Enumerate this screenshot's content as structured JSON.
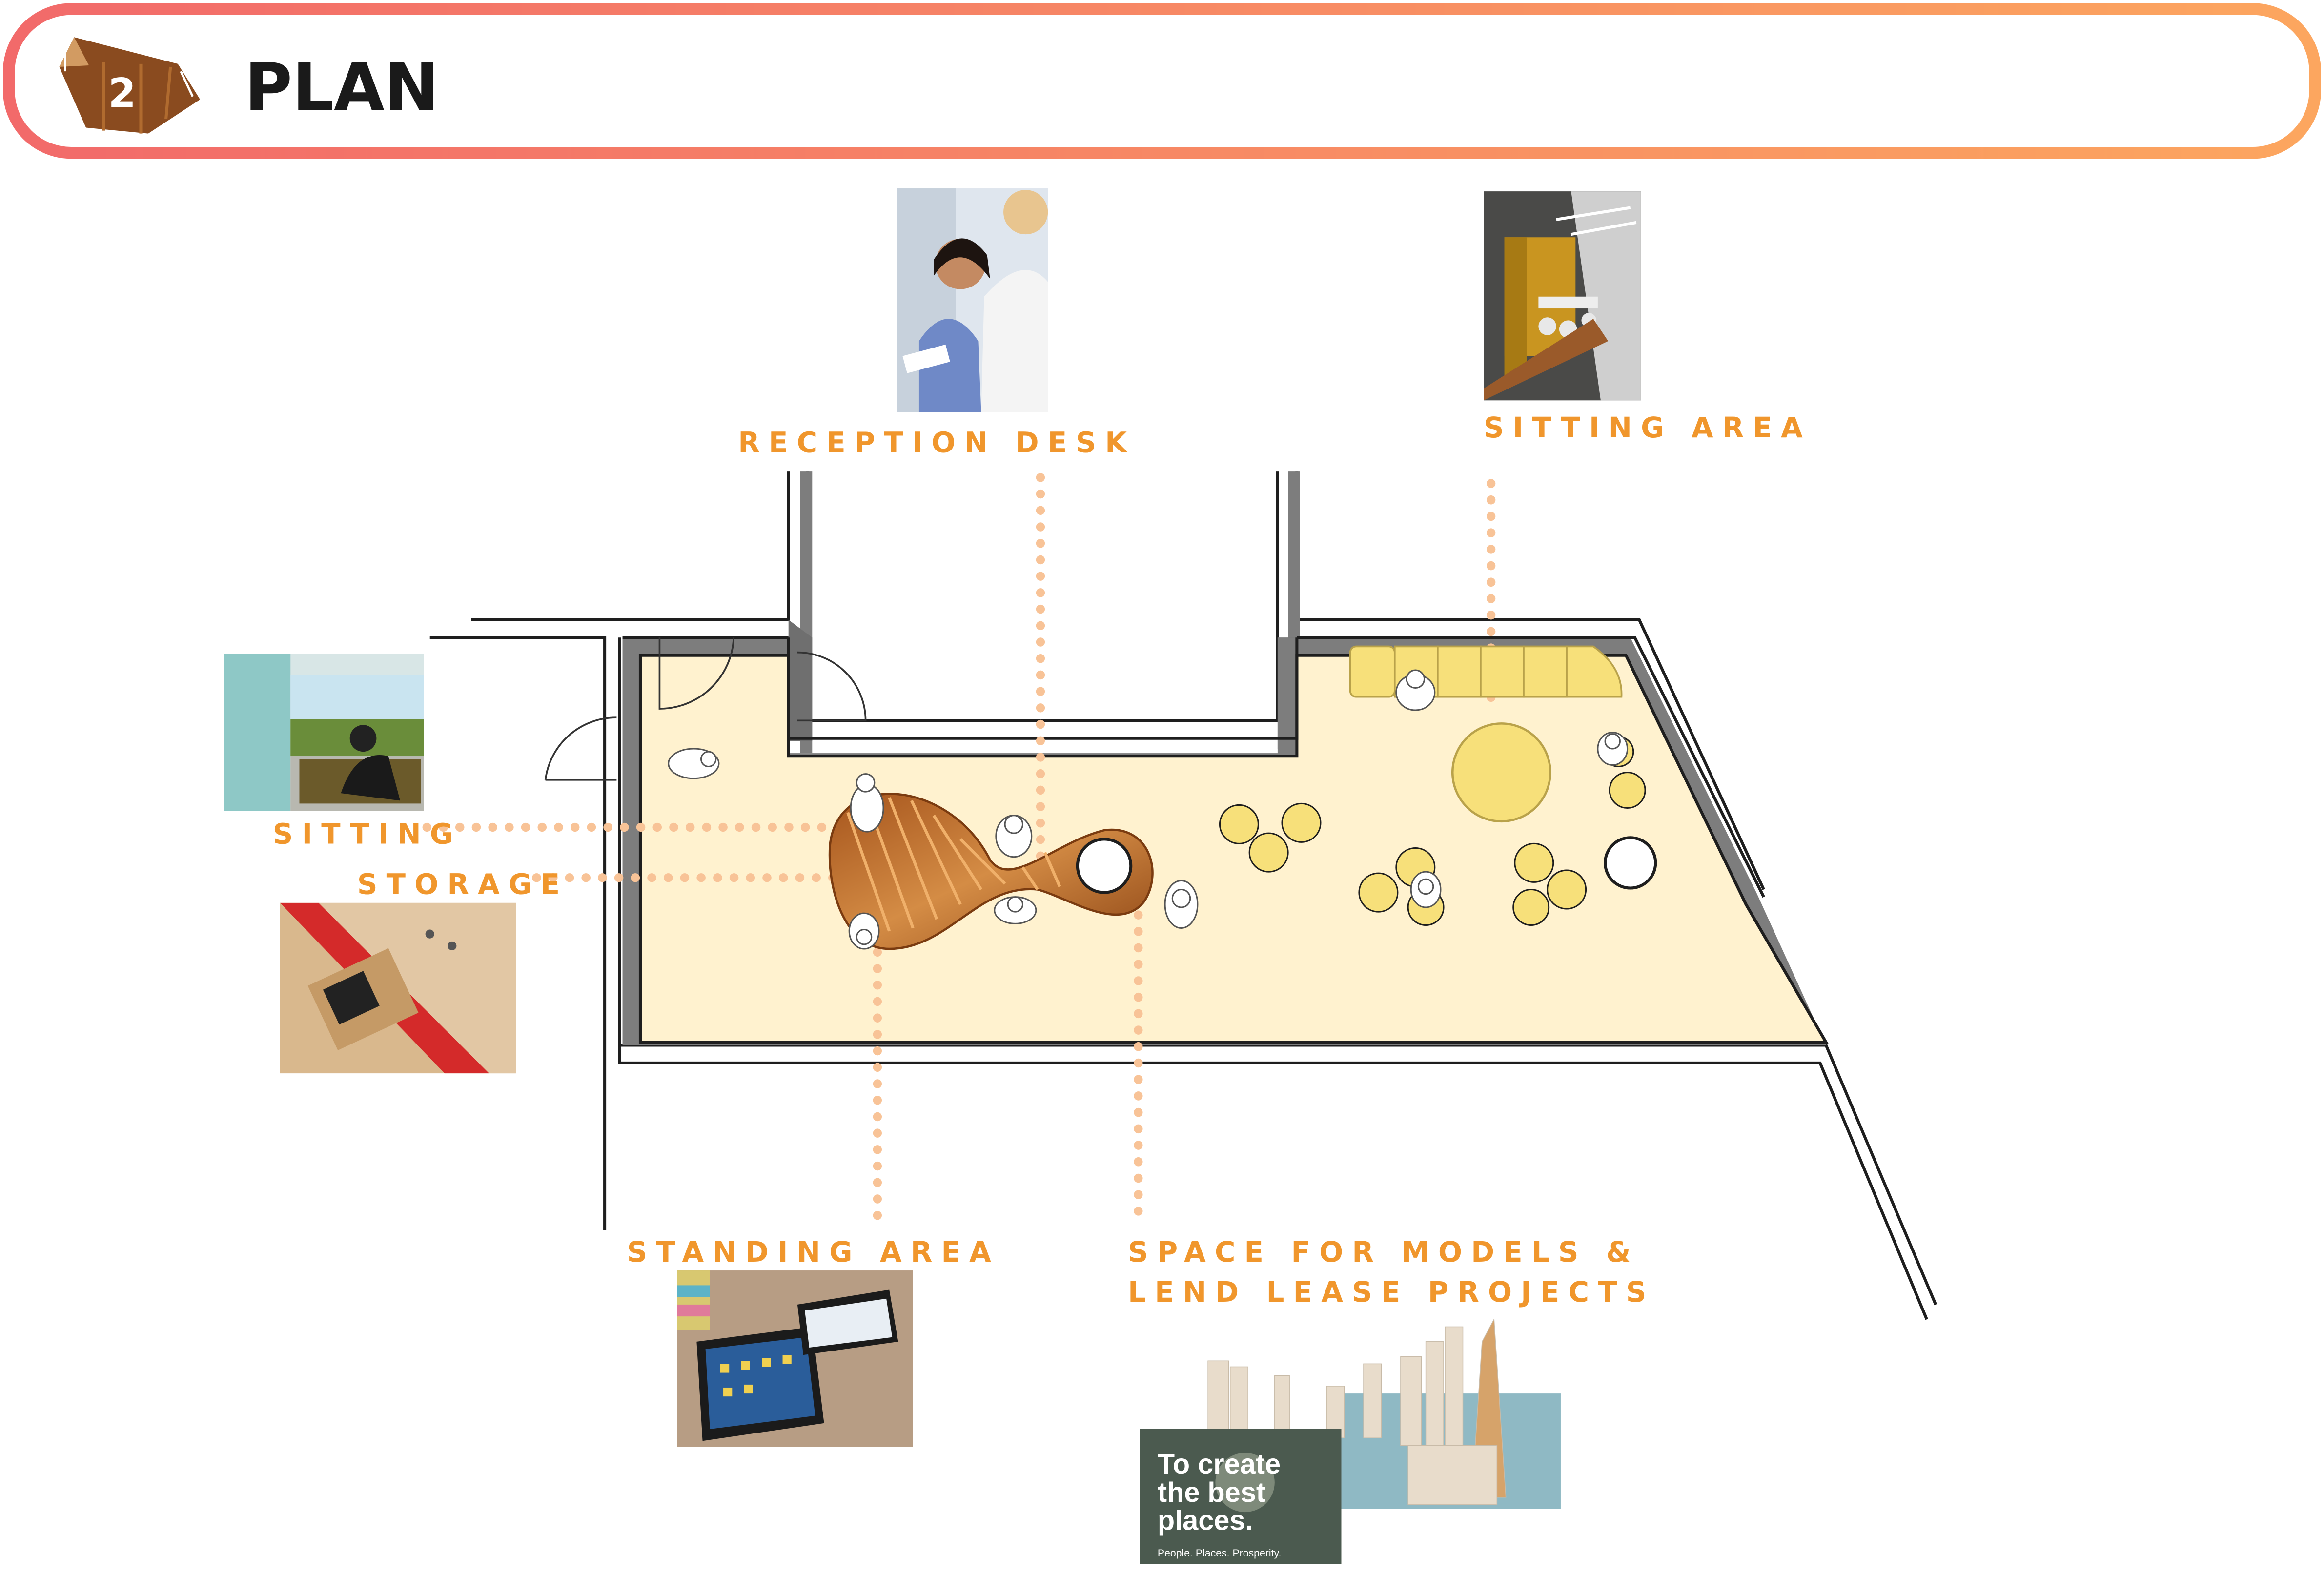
{
  "header": {
    "badge_number": "2",
    "title": "PLAN",
    "gradient_start": "#f26a6a",
    "gradient_end": "#fca65f"
  },
  "labels": {
    "reception_desk": "RECEPTION DESK",
    "sitting_area": "SITTING AREA",
    "sitting": "SITTING",
    "storage": "STORAGE",
    "standing_area": "STANDING AREA",
    "models_line1": "SPACE FOR MODELS &",
    "models_line2": "LEND LEASE PROJECTS"
  },
  "photos": {
    "models_overlay_line1": "To create",
    "models_overlay_line2": "the best",
    "models_overlay_line3": "places.",
    "models_overlay_tagline": "People. Places. Prosperity."
  },
  "colors": {
    "accent": "#f0962c",
    "leader_dots": "#f8c397",
    "floor": "#fff2cf",
    "furniture": "#f7e07a",
    "wood": "#c77a2f",
    "wall_shadow": "#7d7d7d"
  }
}
